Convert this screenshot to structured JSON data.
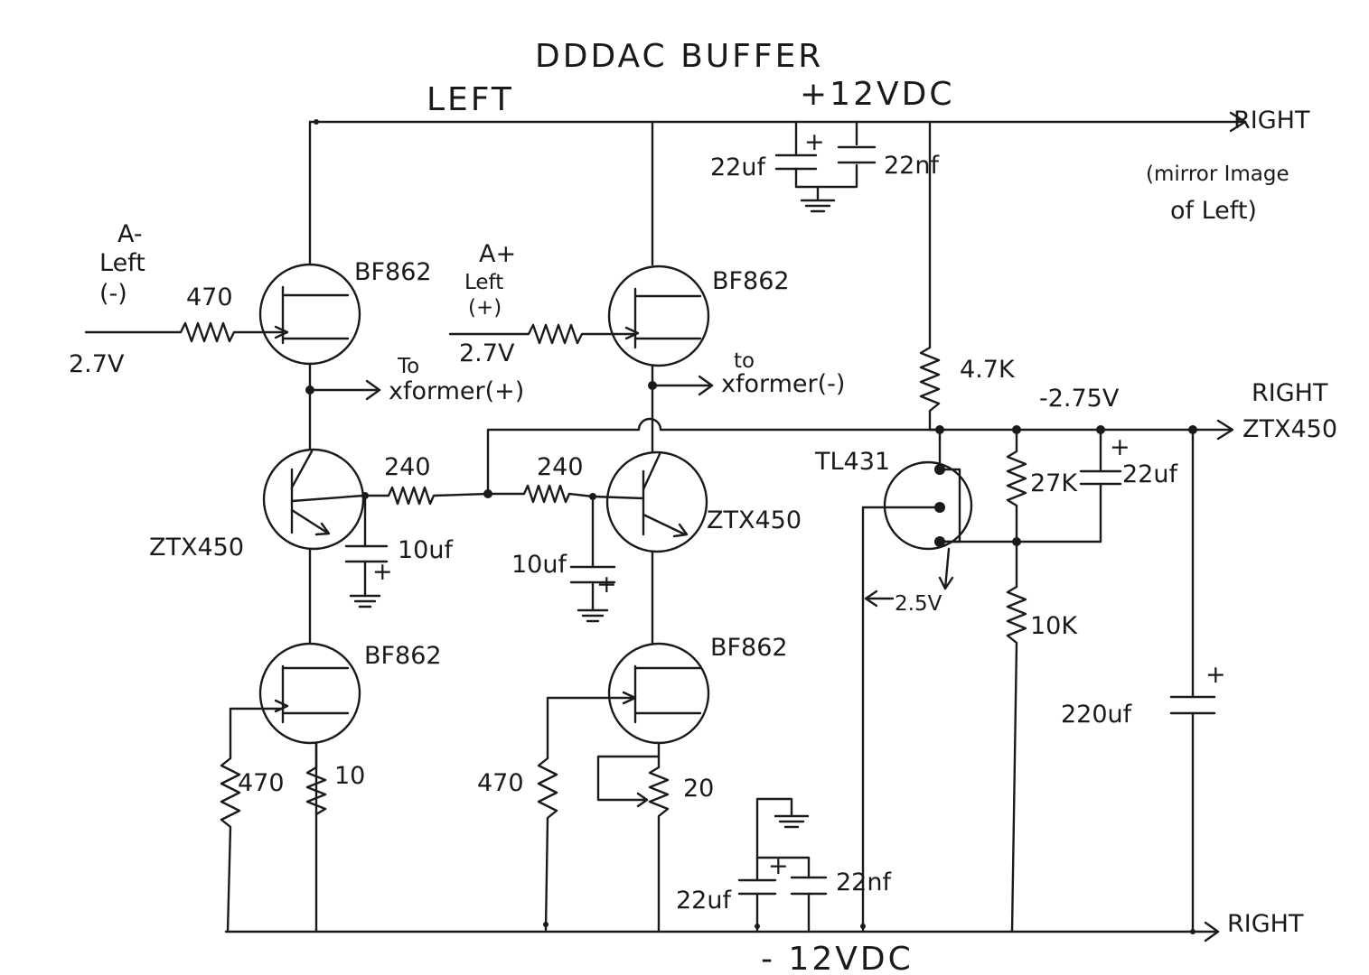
{
  "title": "DDDAC BUFFER",
  "left_label": "LEFT",
  "rails": {
    "pos": "+12VDC",
    "neg": "- 12VDC",
    "bias": "-2.75V"
  },
  "right_notes": {
    "top": "RIGHT",
    "mirror_1": "(mirror Image",
    "mirror_2": "of Left)",
    "mid_1": "RIGHT",
    "mid_2": "ZTX450",
    "bottom": "RIGHT"
  },
  "inputs": {
    "a_minus": {
      "name": "A-",
      "line1": "Left",
      "line2": "(-)",
      "resistor": "470",
      "voltage": "2.7V"
    },
    "a_plus": {
      "name": "A+",
      "line1": "Left",
      "line2": "(+)",
      "resistor": "",
      "voltage": "2.7V"
    }
  },
  "outputs": {
    "pos": {
      "line1": "To",
      "line2": "xformer(+)"
    },
    "neg": {
      "line1": "to",
      "line2": "xformer(-)"
    }
  },
  "transistors": {
    "q1": "BF862",
    "q2": "ZTX450",
    "q3": "BF862",
    "q4": "BF862",
    "q5": "ZTX450",
    "q6": "BF862",
    "tl431": "TL431"
  },
  "resistors": {
    "r_base_1": "240",
    "r_base_2": "240",
    "r_q3_gate": "470",
    "r_q3_src": "10",
    "r_q6_gate": "470",
    "r_q6_src": "20",
    "r_4k7": "4.7K",
    "r_27k": "27K",
    "r_10k": "10K"
  },
  "capacitors": {
    "c_top_elec": "22uf",
    "c_top_film": "22nf",
    "c_base_1": "10uf",
    "c_base_2": "10uf",
    "c_bias": "22uf",
    "c_220": "220uf",
    "c_bot_elec": "22uf",
    "c_bot_film": "22nf",
    "plus": "+"
  },
  "tl431_ref": "2.5V"
}
